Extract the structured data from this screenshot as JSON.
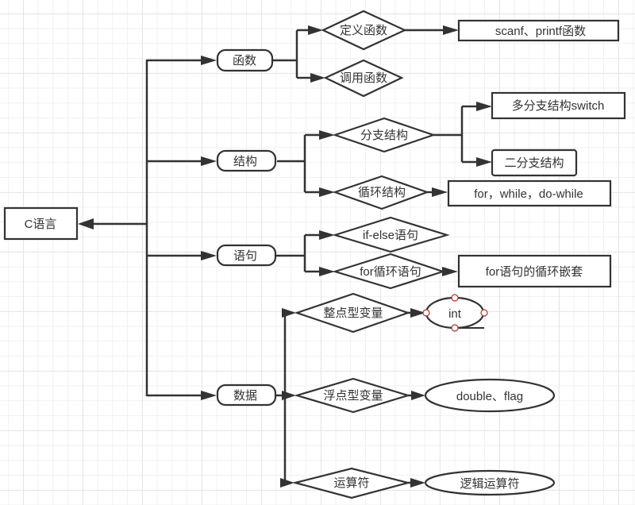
{
  "diagram": {
    "title": "C语言",
    "colors": {
      "stroke": "#333333",
      "background": "#ffffff",
      "grid_major": "#e6e6e6",
      "grid_minor": "#f1f1f1",
      "selection_handle": "#b03030"
    },
    "nodes": {
      "root": "C语言",
      "hanshu": "函数",
      "jiegou": "结构",
      "yuju": "语句",
      "shuju": "数据",
      "dingyi": "定义函数",
      "diaoyong": "调用函数",
      "scanf": "scanf、printf函数",
      "fenzhi": "分支结构",
      "duofenzhi": "多分支结构switch",
      "erfenzhi": "二分支结构",
      "xunhuan": "循环结构",
      "forwhile": "for，while，do-while",
      "ifelse": "if-else语句",
      "forxunhuan": "for循环语句",
      "forqiantao": "for语句的循环嵌套",
      "zhengdian": "整点型变量",
      "int": "int",
      "fudian": "浮点型变量",
      "double": "double、flag",
      "yunsuan": "运算符",
      "luoji": "逻辑运算符"
    },
    "edges": [
      [
        "hanshu",
        "root"
      ],
      [
        "jiegou",
        "root"
      ],
      [
        "yuju",
        "root"
      ],
      [
        "shuju",
        "root"
      ],
      [
        "hanshu",
        "dingyi"
      ],
      [
        "hanshu",
        "diaoyong"
      ],
      [
        "dingyi",
        "scanf"
      ],
      [
        "jiegou",
        "fenzhi"
      ],
      [
        "jiegou",
        "xunhuan"
      ],
      [
        "fenzhi",
        "duofenzhi"
      ],
      [
        "fenzhi",
        "erfenzhi"
      ],
      [
        "xunhuan",
        "forwhile"
      ],
      [
        "yuju",
        "ifelse"
      ],
      [
        "yuju",
        "forxunhuan"
      ],
      [
        "forxunhuan",
        "forqiantao"
      ],
      [
        "shuju",
        "zhengdian"
      ],
      [
        "shuju",
        "fudian"
      ],
      [
        "shuju",
        "yunsuan"
      ],
      [
        "zhengdian",
        "int"
      ],
      [
        "fudian",
        "double"
      ],
      [
        "yunsuan",
        "luoji"
      ]
    ],
    "selected_node": "int"
  }
}
